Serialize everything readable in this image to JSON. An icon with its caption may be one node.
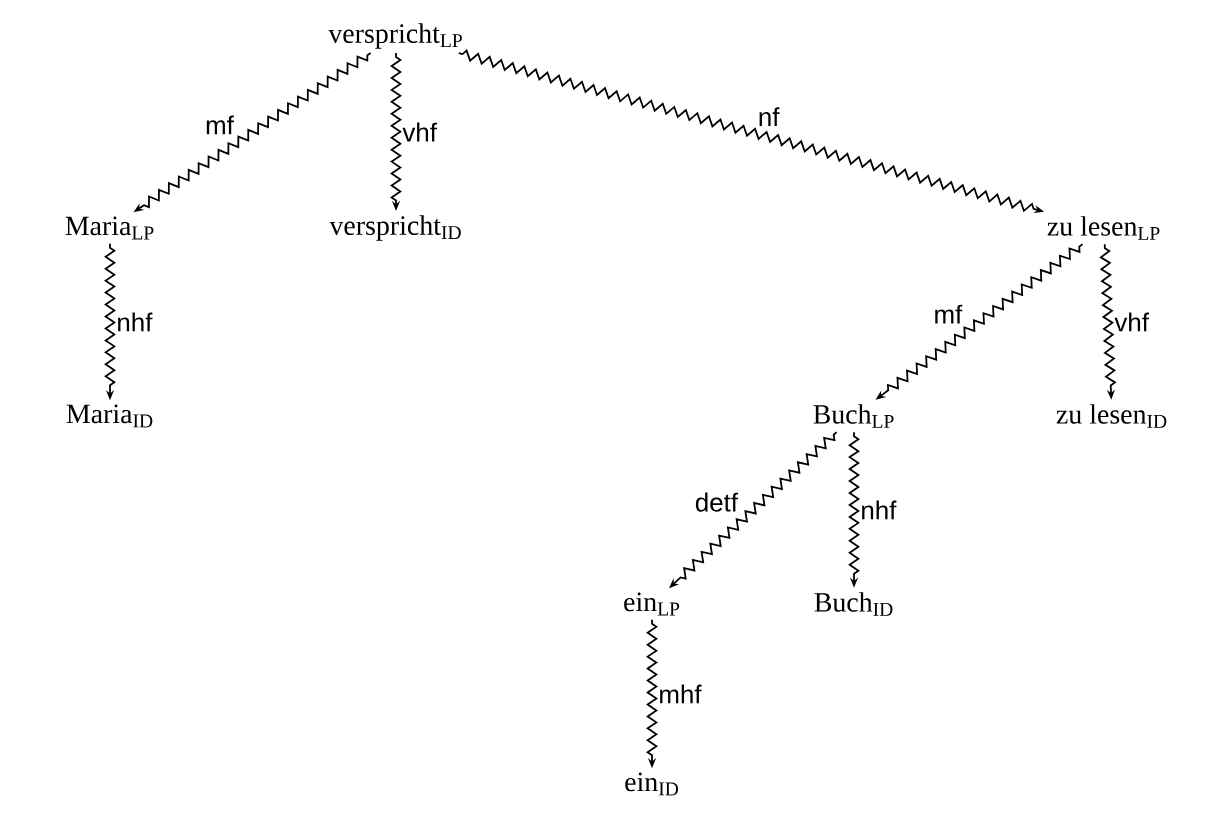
{
  "diagram": {
    "nodes": [
      {
        "text": [
          "verspricht$_{LP}$"
        ]
      },
      {
        "text": [
          "Maria$_{LP}$"
        ]
      },
      {
        "text": [
          "verspricht$_{ID}$"
        ]
      },
      {
        "text": [
          "zu lesen$_{LP}$"
        ]
      },
      {
        "text": [
          "Maria$_{ID}$"
        ]
      },
      {
        "text": [
          "Buch$_{LP}$"
        ]
      },
      {
        "text": [
          "zu lesen$_{ID}$"
        ]
      },
      {
        "text": [
          "ein$_{LP}$"
        ]
      },
      {
        "text": [
          "Buch$_{ID}$"
        ]
      },
      {
        "text": [
          "ein$_{ID}$"
        ]
      }
    ],
    "edges": [
      {
        "from": 0,
        "to": 1,
        "arrow": "to",
        "label": "mf"
      },
      {
        "from": 0,
        "to": 2,
        "arrow": "to",
        "label": "vhf"
      },
      {
        "from": 0,
        "to": 3,
        "arrow": "to",
        "label": "nf"
      },
      {
        "from": 1,
        "to": 4,
        "arrow": "to",
        "label": "nhf"
      },
      {
        "from": 3,
        "to": 5,
        "arrow": "to",
        "label": "mf"
      },
      {
        "from": 3,
        "to": 6,
        "arrow": "to",
        "label": "vhf"
      },
      {
        "from": 5,
        "to": 7,
        "arrow": "to",
        "label": "detf"
      },
      {
        "from": 5,
        "to": 8,
        "arrow": "to",
        "label": "nhf"
      },
      {
        "from": 7,
        "to": 9,
        "arrow": "to",
        "label": "mhf"
      }
    ]
  }
}
